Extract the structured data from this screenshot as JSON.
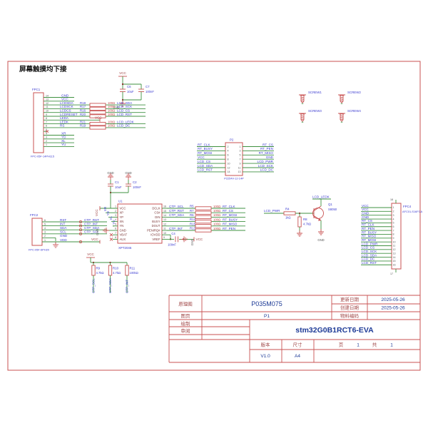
{
  "note": "屏幕触摸均下接",
  "misc": {
    "gnd": "GND",
    "vcc": "VCC"
  },
  "power_top": {
    "vcc": "VCC",
    "gnd": "GND",
    "c6": {
      "ref": "C6",
      "value": "10uF"
    },
    "c7": {
      "ref": "C7",
      "value": "100nF"
    }
  },
  "screws": [
    {
      "ref": "SCREW1"
    },
    {
      "ref": "SCREW2"
    },
    {
      "ref": "SCREW3"
    },
    {
      "ref": "SCREW4"
    }
  ],
  "fpc1": {
    "ref": "FPC1",
    "part": "FPC-05F-14PH115",
    "pins": [
      {
        "n": "14",
        "net": "GND"
      },
      {
        "n": "13",
        "net": "VCC"
      },
      {
        "n": "12",
        "net": "LCDSDA",
        "res": {
          "ref": "R18",
          "value": "100Ω"
        },
        "out": "LCD_SDA"
      },
      {
        "n": "11",
        "net": "LCDSCK",
        "res": {
          "ref": "R17",
          "value": "100Ω"
        },
        "out": "LCD_SCK"
      },
      {
        "n": "10",
        "net": "LCDCS",
        "res": {
          "ref": "R16",
          "value": "100Ω"
        },
        "out": "LCD_CS"
      },
      {
        "n": "9",
        "net": "LCDRESET",
        "res": {
          "ref": "R20",
          "value": "100Ω"
        },
        "out": "LCD_RST"
      },
      {
        "n": "8",
        "net": "LEDA",
        "out": "VCC"
      },
      {
        "n": "7",
        "net": "LEDK",
        "res": {
          "ref": "R21",
          "value": "100Ω"
        },
        "out": "LCD_LEDK"
      },
      {
        "n": "6",
        "net": "RS",
        "res": {
          "ref": "R19",
          "value": "100Ω"
        },
        "out": "LCD_DC"
      },
      {
        "n": "5",
        "net": ""
      },
      {
        "n": "4",
        "net": "XR"
      },
      {
        "n": "3",
        "net": "YD"
      },
      {
        "n": "2",
        "net": "XL"
      },
      {
        "n": "1",
        "net": "YU"
      }
    ]
  },
  "fpc2": {
    "ref": "FPC2",
    "part": "FPC-05F-6PH20",
    "rows": [
      {
        "n": "6",
        "name": "RST",
        "out": "CTP_RST"
      },
      {
        "n": "5",
        "name": "INT",
        "out": "CTP_INT"
      },
      {
        "n": "4",
        "name": "SDA",
        "out": "CTP_SDA"
      },
      {
        "n": "3",
        "name": "SCL",
        "out": "CTP_SCL"
      },
      {
        "n": "2",
        "name": "GND",
        "gnd": true
      },
      {
        "n": "1",
        "name": "VDD",
        "out": "VCC",
        "vcc": true
      }
    ]
  },
  "u1": {
    "ref": "U1",
    "part": "XPT2046",
    "left_pins": [
      {
        "n": "1",
        "name": "VCC"
      },
      {
        "n": "2",
        "name": "XP"
      },
      {
        "n": "3",
        "name": "YP"
      },
      {
        "n": "4",
        "name": "XN"
      },
      {
        "n": "5",
        "name": "YN"
      },
      {
        "n": "6",
        "name": "GND"
      },
      {
        "n": "7",
        "name": "VBAT"
      },
      {
        "n": "8",
        "name": "AUX"
      }
    ],
    "right_pins": [
      {
        "n": "16",
        "name": "DCLK"
      },
      {
        "n": "15",
        "name": "CS#"
      },
      {
        "n": "14",
        "name": "DIN"
      },
      {
        "n": "13",
        "name": "BUSY"
      },
      {
        "n": "12",
        "name": "DOUT"
      },
      {
        "n": "11",
        "name": "PENIRQ#"
      },
      {
        "n": "10",
        "name": "IOVDD"
      },
      {
        "n": "9",
        "name": "VREF"
      }
    ],
    "right_rows": [
      {
        "src": "CTP_SCL",
        "ref": "R5",
        "value": "100Ω",
        "net": "RT_CLK"
      },
      {
        "src": "CTP_RST",
        "ref": "R7",
        "value": "100Ω",
        "net": "RT_CS"
      },
      {
        "src": "CTP_SDA",
        "ref": "R6",
        "value": "100Ω",
        "net": "RT_MOSI"
      },
      {
        "src": "",
        "ref": "R14",
        "value": "100Ω",
        "net": "RT_BUSY"
      },
      {
        "src": "",
        "ref": "R15",
        "value": "100Ω",
        "net": "RT_MISO"
      },
      {
        "src": "CTP_INT",
        "ref": "R13",
        "value": "100Ω",
        "net": "RT_PEN"
      }
    ],
    "touch_nets": [
      "XR",
      "YD",
      "XL",
      "YU"
    ],
    "c1": {
      "ref": "C1",
      "value": "10uF"
    },
    "c2": {
      "ref": "C2",
      "value": "100nF"
    },
    "c4": {
      "ref": "C4",
      "value": "100nF"
    }
  },
  "p2": {
    "ref": "P2",
    "part": "P2254V-12-14P",
    "left": [
      {
        "n": "2",
        "net": "RT_CLK"
      },
      {
        "n": "4",
        "net": "RT_BUSY"
      },
      {
        "n": "6",
        "net": "RT_MOSI"
      },
      {
        "n": "8",
        "net": "VCC"
      },
      {
        "n": "10",
        "net": "LCD_CS"
      },
      {
        "n": "12",
        "net": "LCD_SDA"
      },
      {
        "n": "14",
        "net": "LCD_RST"
      }
    ],
    "right": [
      {
        "n": "1",
        "net": "RT_CS"
      },
      {
        "n": "3",
        "net": "RT_PEN"
      },
      {
        "n": "5",
        "net": "RT_MISO"
      },
      {
        "n": "7",
        "net": "GND"
      },
      {
        "n": "9",
        "net": "LCD_PWR"
      },
      {
        "n": "11",
        "net": "LCD_SCK"
      },
      {
        "n": "13",
        "net": "LCD_DC"
      }
    ]
  },
  "q1": {
    "ref": "Q1",
    "part": "S8050",
    "input": "LCD_PWR",
    "output": "LCD_LEDK",
    "gnd": "GND",
    "r4": {
      "ref": "R4",
      "value": "1kΩ"
    },
    "r8": {
      "ref": "R8",
      "value": "4.7kΩ"
    }
  },
  "pullups": {
    "vcc": "VCC",
    "items": [
      {
        "ref": "R9",
        "value": "4.7kΩ",
        "net": "CTP_SCL"
      },
      {
        "ref": "R10",
        "value": "4.7kΩ",
        "net": "CTP_SDA"
      },
      {
        "ref": "R11",
        "value": "100kΩ",
        "net": "CTP_INT"
      }
    ]
  },
  "fpc4": {
    "ref": "FPC4",
    "part": "AFC01-S16FCA",
    "shield": [
      "18",
      "17"
    ],
    "pins": [
      {
        "n": "1",
        "net": "VCC"
      },
      {
        "n": "2",
        "net": "VCC"
      },
      {
        "n": "3",
        "net": "GND"
      },
      {
        "n": "4",
        "net": "GND"
      },
      {
        "n": "5",
        "net": "RT_CS"
      },
      {
        "n": "6",
        "net": "RT_CLK"
      },
      {
        "n": "7",
        "net": "RT_PEN"
      },
      {
        "n": "8",
        "net": "RT_BUSY"
      },
      {
        "n": "9",
        "net": "RT_MISO"
      },
      {
        "n": "10",
        "net": "RT_MOSI"
      },
      {
        "n": "11",
        "net": "LCD_PWR"
      },
      {
        "n": "12",
        "net": "LCD_CS"
      },
      {
        "n": "13",
        "net": "LCD_SCK"
      },
      {
        "n": "14",
        "net": "LCD_SDA"
      },
      {
        "n": "15",
        "net": "LCD_DC"
      },
      {
        "n": "16",
        "net": "LCD_RST"
      }
    ]
  },
  "title_block": {
    "labels": {
      "schematic": "原理图",
      "sheet": "图页",
      "drawn": "绘制",
      "review": "审阅",
      "update_date": "更新日期",
      "create_date": "创建日期",
      "material_code": "物料编码",
      "version": "版本",
      "size": "尺寸",
      "page": "页",
      "of": "共"
    },
    "values": {
      "schematic_name": "P035M075",
      "sheet": "P1",
      "update_date": "2025-05-26",
      "create_date": "2025-05-26",
      "title": "stm32G0B1RCT6-EVA",
      "version": "V1.0",
      "size": "A4",
      "page_no": "1",
      "page_total": "1"
    }
  }
}
